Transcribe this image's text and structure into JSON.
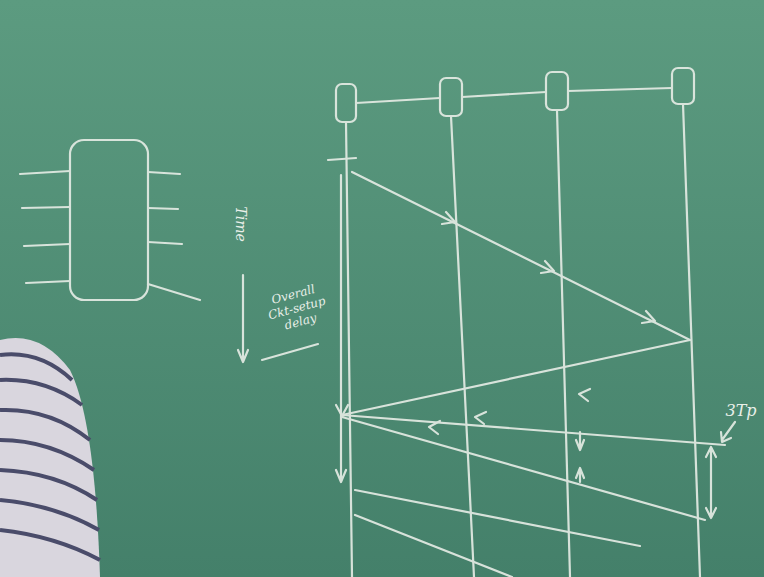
{
  "diagram": {
    "labels": [
      "Time",
      "Overall Ckt-setup delay",
      "3Tp"
    ]
  }
}
